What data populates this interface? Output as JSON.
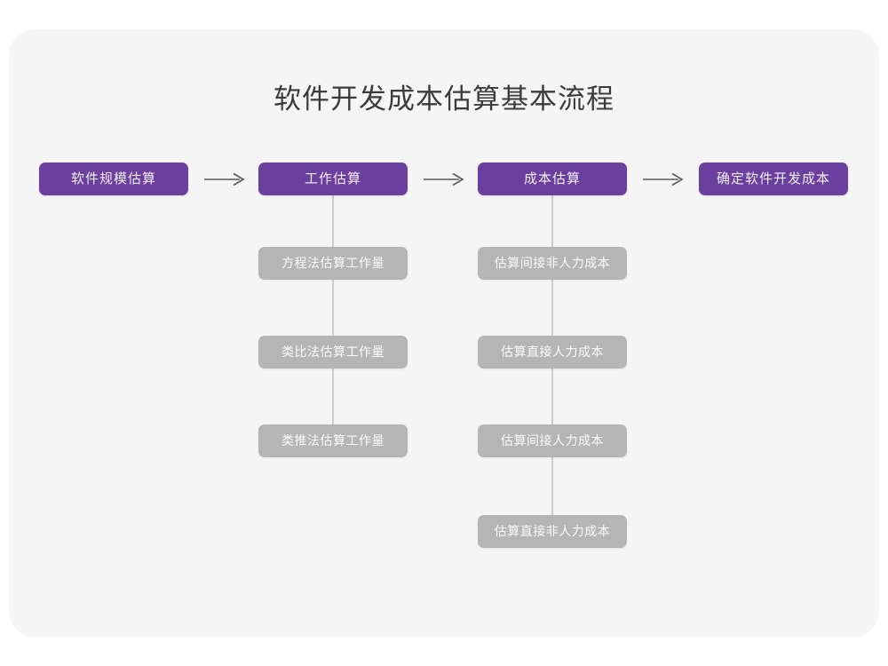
{
  "title": "软件开发成本估算基本流程",
  "colors": {
    "canvas_background": "#f5f5f6",
    "page_background": "#ffffff",
    "stage_box": "#6b3f9e",
    "stage_text": "#f2eef7",
    "sub_box": "#b5b5b5",
    "sub_text": "#fbfbfb",
    "title_text": "#3b3b3b",
    "connector": "#cccccc",
    "arrow": "#585858"
  },
  "flow": {
    "stages": [
      {
        "label": "软件规模估算",
        "substeps": []
      },
      {
        "label": "工作估算",
        "substeps": [
          "方程法估算工作量",
          "类比法估算工作量",
          "类推法估算工作量"
        ]
      },
      {
        "label": "成本估算",
        "substeps": [
          "估算间接非人力成本",
          "估算直接人力成本",
          "估算间接人力成本",
          "估算直接非人力成本"
        ]
      },
      {
        "label": "确定软件开发成本",
        "substeps": []
      }
    ],
    "arrows": [
      {
        "name": "arrow-right-icon",
        "from": "软件规模估算",
        "to": "工作估算"
      },
      {
        "name": "arrow-right-icon",
        "from": "工作估算",
        "to": "成本估算"
      },
      {
        "name": "arrow-right-icon",
        "from": "成本估算",
        "to": "确定软件开发成本"
      }
    ]
  }
}
